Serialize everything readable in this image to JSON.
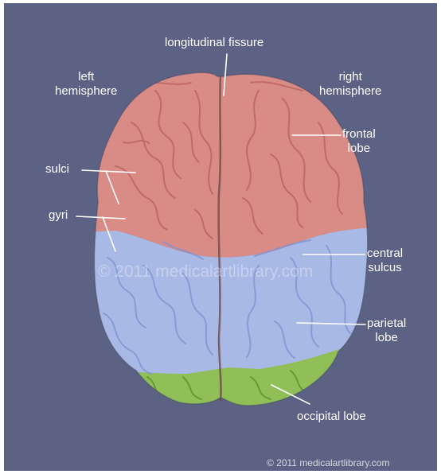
{
  "labels": {
    "longitudinal_fissure": "longitudinal fissure",
    "left_hemisphere": [
      "left",
      "hemisphere"
    ],
    "right_hemisphere": [
      "right",
      "hemisphere"
    ],
    "frontal_lobe": [
      "frontal",
      "lobe"
    ],
    "sulci": "sulci",
    "gyri": "gyri",
    "central_sulcus": [
      "central",
      "sulcus"
    ],
    "parietal_lobe": [
      "parietal",
      "lobe"
    ],
    "occipital_lobe": "occipital lobe"
  },
  "watermarks": {
    "center": "© 2011 medicalartlibrary.com",
    "bottom": "© 2011 medicalartlibrary.com"
  },
  "colors": {
    "background": "#5c6283",
    "frontal": "#d98b86",
    "parietal": "#a9b9e6",
    "occipital": "#8fbf56",
    "label_text": "#ffffff"
  }
}
